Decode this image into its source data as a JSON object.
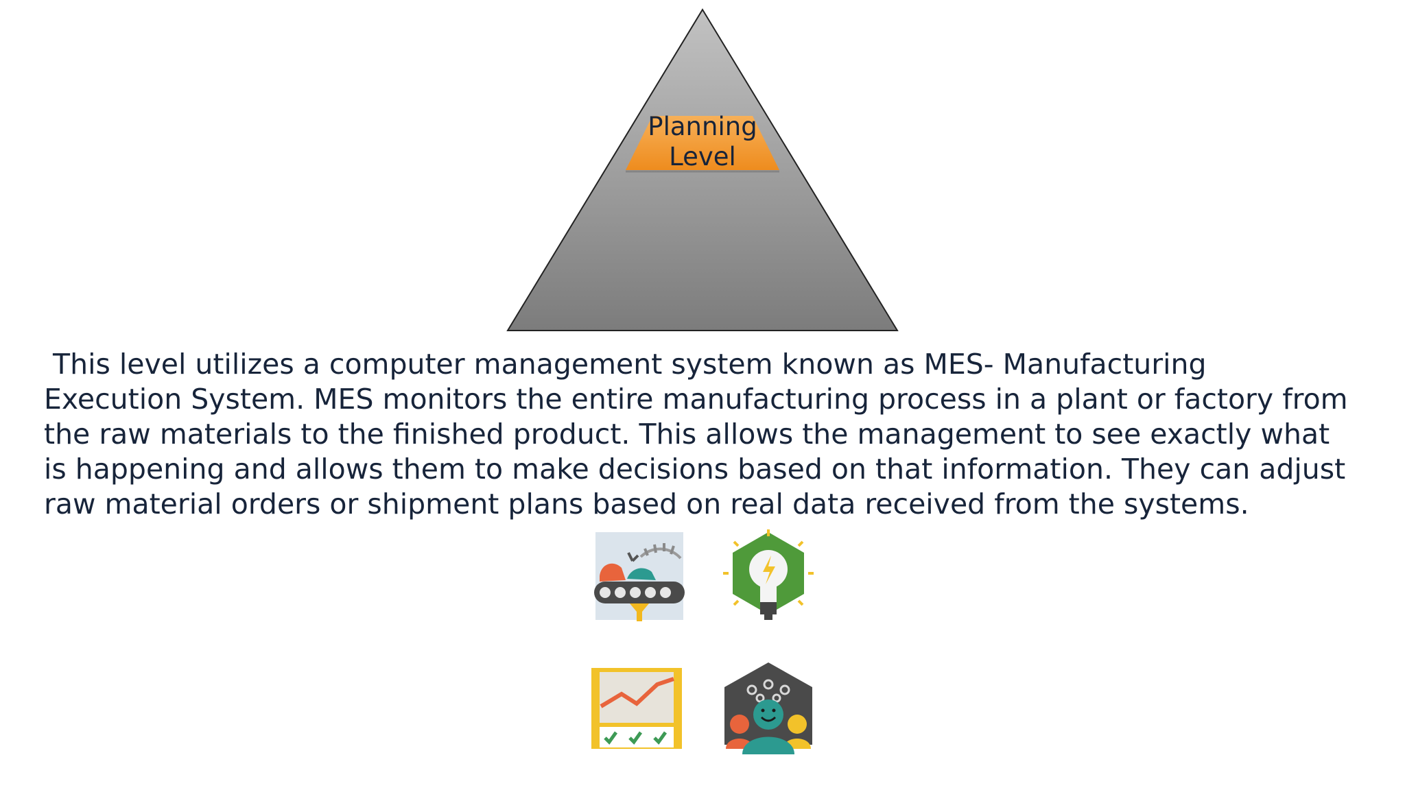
{
  "pyramid": {
    "band_label_lines": [
      "Planning",
      "Level"
    ],
    "colors": {
      "body_top": "#c2c2c2",
      "body_bottom": "#7c7c7c",
      "band_top": "#f7b058",
      "band_bottom": "#ee8c1e",
      "outline": "#222222"
    }
  },
  "paragraph": {
    "lines": [
      " This level utilizes a computer management system known as MES- Manufacturing",
      "Execution System. MES monitors the entire manufacturing process in a plant or factory from",
      "the raw materials to the finished product. This allows the management to see exactly what",
      "is happening and allows them to make decisions based on that information. They can adjust",
      "raw material orders or shipment plans based on real data received from the systems."
    ]
  },
  "icons": [
    {
      "name": "conveyor-production-icon"
    },
    {
      "name": "lightbulb-idea-icon"
    },
    {
      "name": "analytics-chart-icon"
    },
    {
      "name": "team-icon"
    }
  ]
}
